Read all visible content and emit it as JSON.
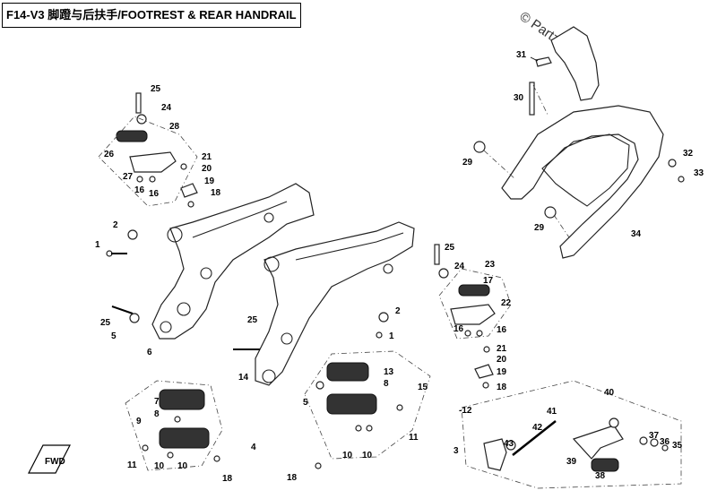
{
  "title": "F14-V3 脚蹬与后扶手/FOOTREST & REAR HANDRAIL",
  "watermark": "© Partzilla.com",
  "fwd_label": "FWD",
  "callouts": {
    "c1a": "1",
    "c1b": "1",
    "c2a": "2",
    "c2b": "2",
    "c3": "3",
    "c4": "4",
    "c5a": "5",
    "c5b": "5",
    "c6": "6",
    "c7": "7",
    "c8a": "8",
    "c8b": "8",
    "c9": "9",
    "c10a": "10",
    "c10b": "10",
    "c10c": "10",
    "c10d": "10",
    "c11a": "11",
    "c11b": "11",
    "c12": "-12",
    "c13": "13",
    "c14": "14",
    "c15": "15",
    "c16a": "16",
    "c16b": "16",
    "c16c": "16",
    "c16d": "16",
    "c17": "17",
    "c18a": "18",
    "c18b": "18",
    "c18c": "18",
    "c18d": "18",
    "c19a": "19",
    "c19b": "19",
    "c20a": "20",
    "c20b": "20",
    "c21a": "21",
    "c21b": "21",
    "c22": "22",
    "c23": "23",
    "c24a": "24",
    "c24b": "24",
    "c25a": "25",
    "c25b": "25",
    "c25c": "25",
    "c25d": "25",
    "c26": "26",
    "c27": "27",
    "c28": "28",
    "c29a": "29",
    "c29b": "29",
    "c30": "30",
    "c31": "31",
    "c32": "32",
    "c33": "33",
    "c34": "34",
    "c35": "35",
    "c36": "36",
    "c37": "37",
    "c38": "38",
    "c39": "39",
    "c40": "40",
    "c41": "41",
    "c42": "42",
    "c43": "43"
  }
}
